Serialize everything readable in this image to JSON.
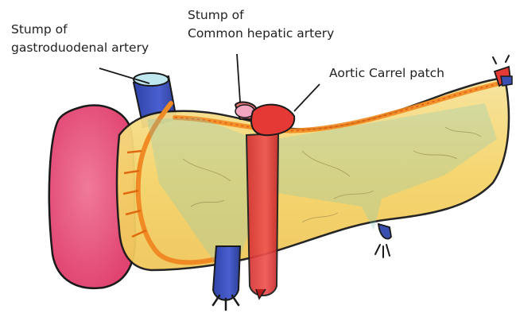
{
  "labels": {
    "gastroduodenal": {
      "line1": "Stump of",
      "line2": "gastroduodenal artery"
    },
    "common_hepatic": {
      "line1": "Stump of",
      "line2": "Common hepatic artery"
    },
    "carrel": "Aortic Carrel patch"
  },
  "colors": {
    "duodenum": "#e8557f",
    "pancreas": "#f7d46a",
    "artery": "#e53935",
    "vein": "#3b4fb0",
    "small_vessel": "#f08a24",
    "outline": "#1a1a1a"
  }
}
